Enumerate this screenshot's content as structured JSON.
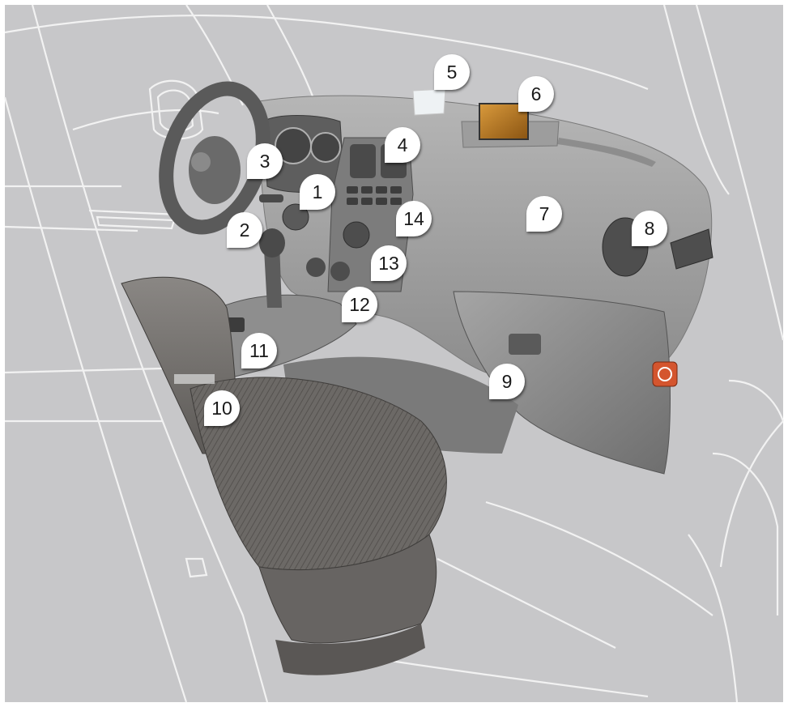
{
  "callouts": [
    {
      "label": "1"
    },
    {
      "label": "2"
    },
    {
      "label": "3"
    },
    {
      "label": "4"
    },
    {
      "label": "5"
    },
    {
      "label": "6"
    },
    {
      "label": "7"
    },
    {
      "label": "8"
    },
    {
      "label": "9"
    },
    {
      "label": "10"
    },
    {
      "label": "11"
    },
    {
      "label": "12"
    },
    {
      "label": "13"
    },
    {
      "label": "14"
    }
  ],
  "colors": {
    "background": "#c7c7c9",
    "outline": "#f2f2f2",
    "dashboard": "#9a9a9a",
    "screen": "#c07a20",
    "hazard_button": "#d4552e"
  }
}
